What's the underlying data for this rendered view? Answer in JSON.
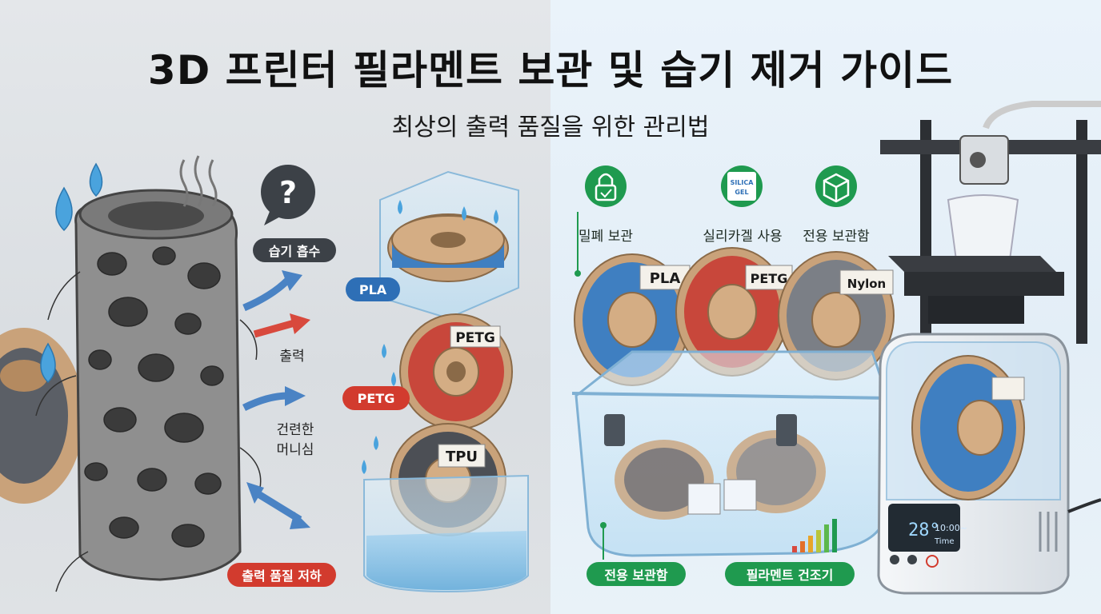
{
  "title": "3D 프린터 필라멘트 보관 및 습기 제거 가이드",
  "subtitle": "최상의 출력 품질을 위한 관리법",
  "left_panel": {
    "question_mark": "?",
    "labels": {
      "moisture": "습기 흡수",
      "print": "출력",
      "stringing_line1": "건련한",
      "stringing_line2": "머니심",
      "quality_drop": "출력 품질 저하"
    },
    "spools": [
      {
        "tag": "PLA",
        "label": ""
      },
      {
        "tag": "PETG",
        "label": "PETG"
      },
      {
        "tag": "",
        "label": "TPU"
      }
    ]
  },
  "right_panel": {
    "icons": [
      {
        "icon": "lock-icon",
        "label": "밀폐 보관"
      },
      {
        "icon": "silica-gel-icon",
        "label": "실리카겔 사용",
        "text1": "SILICA",
        "text2": "GEL"
      },
      {
        "icon": "box-icon",
        "label": "전용 보관함"
      }
    ],
    "spools": [
      "PLA",
      "PETG",
      "Nylon"
    ],
    "bottom_labels": {
      "storage_box": "전용 보관함",
      "dryer": "필라멘트 건조기"
    },
    "dryer_display": {
      "temp": "28°",
      "time": "10:00~",
      "time_label": "Time"
    }
  },
  "colors": {
    "green_accent": "#1f9a4f",
    "blue_tag": "#2e6fb6",
    "red_tag": "#d23b2e",
    "dark_tag": "#3c4147"
  }
}
